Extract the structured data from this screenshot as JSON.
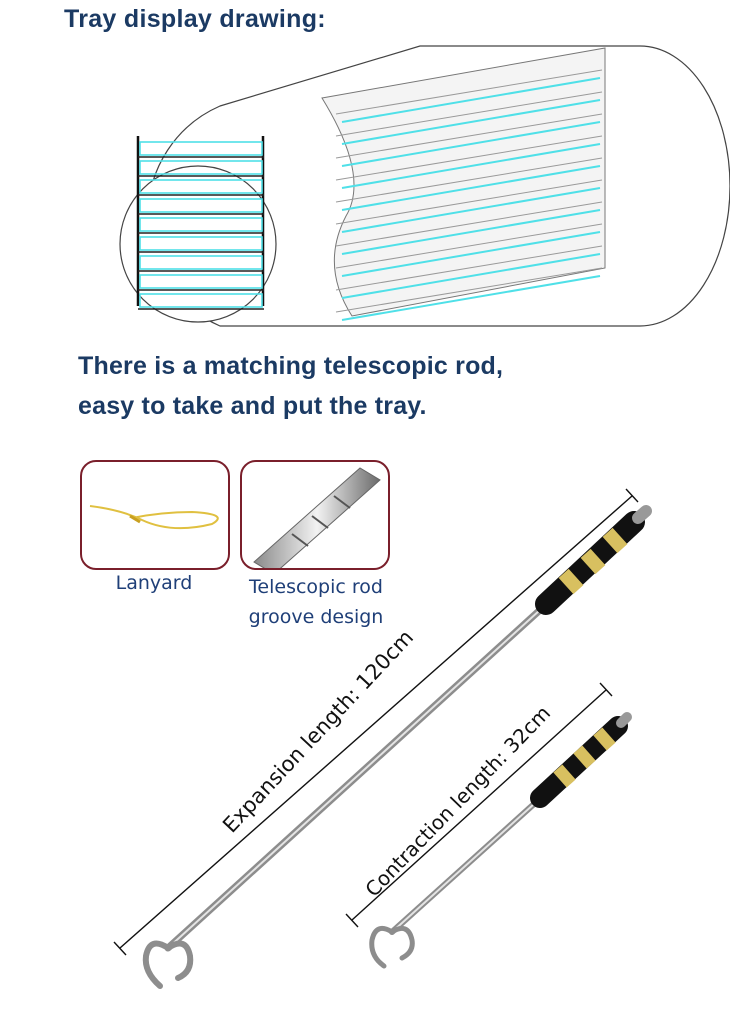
{
  "heading": "Tray display drawing:",
  "intro": {
    "line1": "There is a matching telescopic rod,",
    "line2": "easy to take and put the tray."
  },
  "insets": [
    {
      "caption": "Lanyard"
    },
    {
      "caption_line1": "Telescopic rod",
      "caption_line2": "groove design"
    }
  ],
  "rods": {
    "long_label": "Expansion length: 120cm",
    "short_label": "Contraction length: 32cm"
  },
  "colors": {
    "heading": "#1b3a63",
    "tray_line": "#4fe0e8",
    "handle_black": "#111111",
    "handle_yellow": "#d8c060",
    "inset_border": "#7a1f2b"
  }
}
